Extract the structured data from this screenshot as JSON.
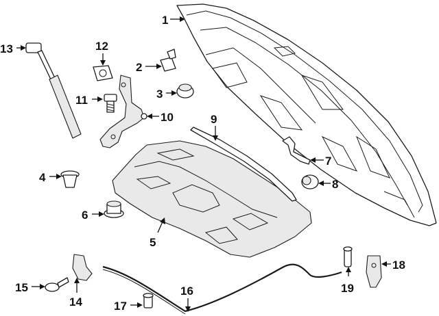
{
  "diagram": {
    "callouts": [
      {
        "id": "c1",
        "label": "1"
      },
      {
        "id": "c2",
        "label": "2"
      },
      {
        "id": "c3",
        "label": "3"
      },
      {
        "id": "c4",
        "label": "4"
      },
      {
        "id": "c5",
        "label": "5"
      },
      {
        "id": "c6",
        "label": "6"
      },
      {
        "id": "c7",
        "label": "7"
      },
      {
        "id": "c8",
        "label": "8"
      },
      {
        "id": "c9",
        "label": "9"
      },
      {
        "id": "c10",
        "label": "10"
      },
      {
        "id": "c11",
        "label": "11"
      },
      {
        "id": "c12",
        "label": "12"
      },
      {
        "id": "c13",
        "label": "13"
      },
      {
        "id": "c14",
        "label": "14"
      },
      {
        "id": "c15",
        "label": "15"
      },
      {
        "id": "c16",
        "label": "16"
      },
      {
        "id": "c17",
        "label": "17"
      },
      {
        "id": "c18",
        "label": "18"
      },
      {
        "id": "c19",
        "label": "19"
      }
    ],
    "colors": {
      "line": "#1a1a1a",
      "background": "#ffffff",
      "shade": "#e9e9e9"
    }
  }
}
